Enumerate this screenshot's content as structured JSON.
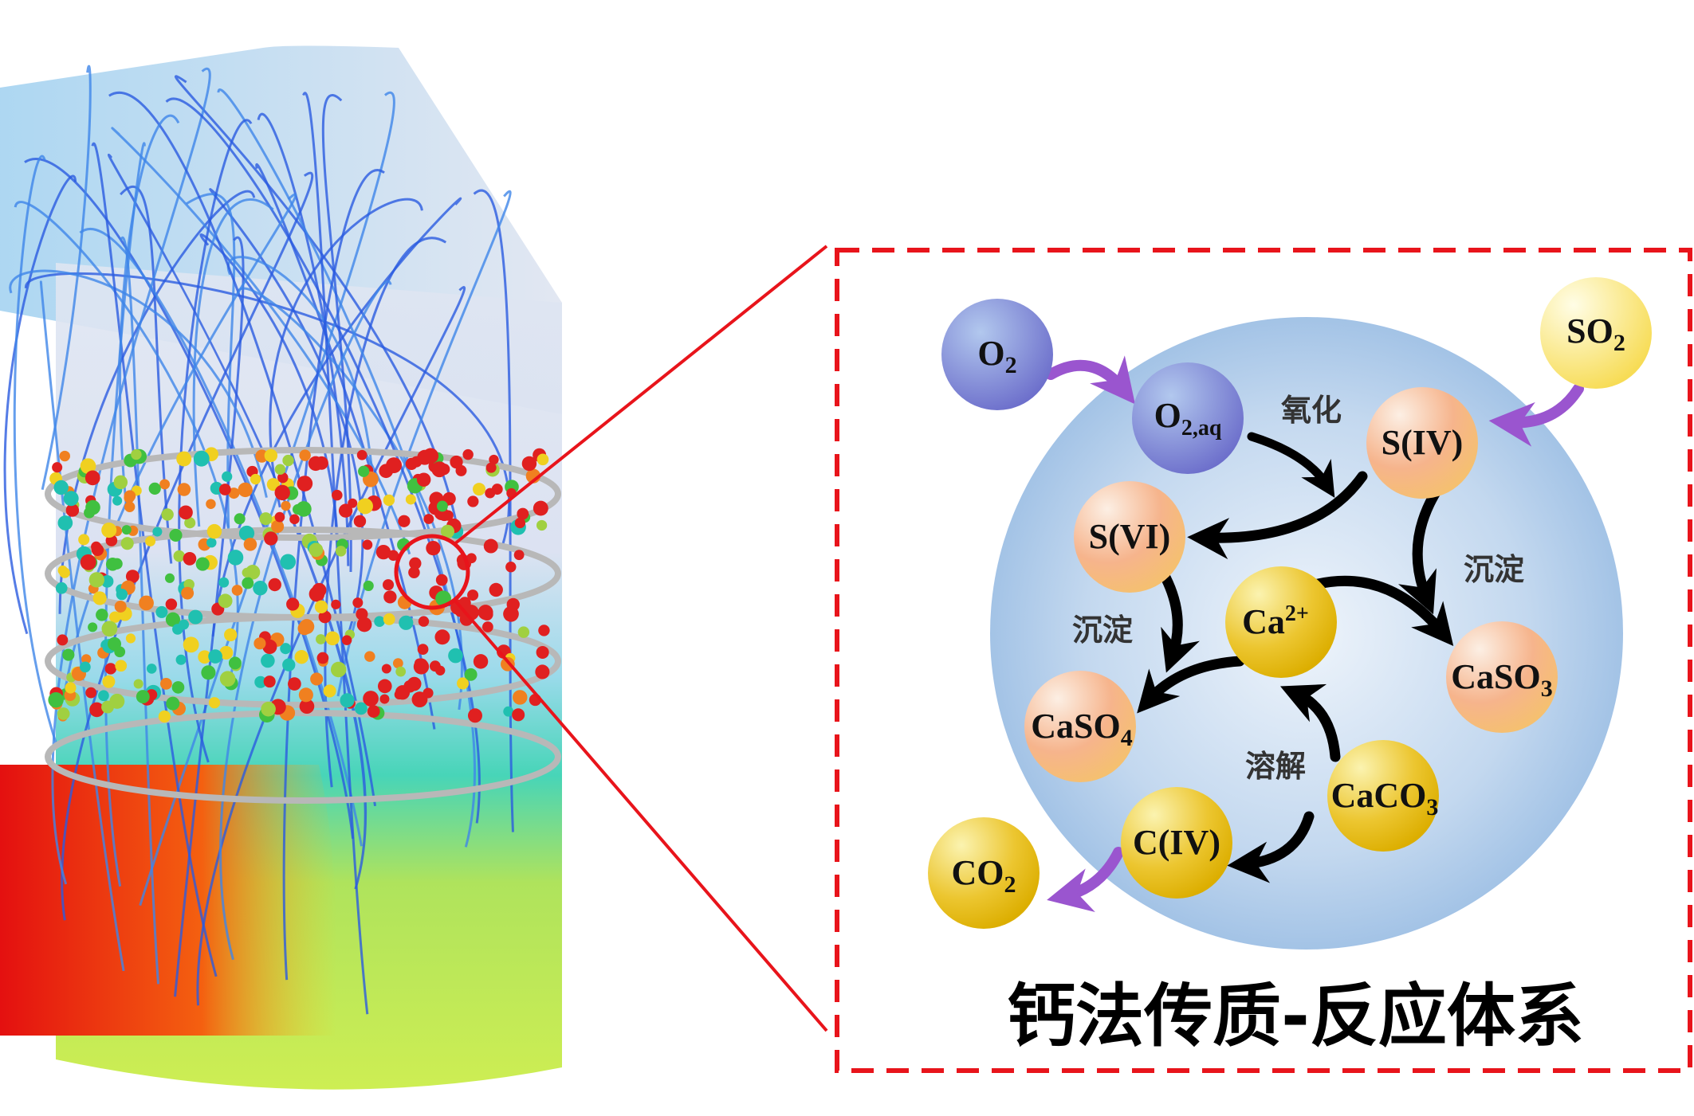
{
  "title": "钙法传质-反应体系",
  "nodes": {
    "o2": {
      "main": "O",
      "sub": "2"
    },
    "o2aq": {
      "main": "O",
      "sub": "2,aq"
    },
    "so2": {
      "main": "SO",
      "sub": "2"
    },
    "siv": {
      "main": "S(IV)"
    },
    "svi": {
      "main": "S(VI)"
    },
    "ca": {
      "main": "Ca",
      "sup": "2+"
    },
    "caso3": {
      "main": "CaSO",
      "sub": "3"
    },
    "caso4": {
      "main": "CaSO",
      "sub": "4"
    },
    "caco3": {
      "main": "CaCO",
      "sub": "3"
    },
    "civ": {
      "main": "C(IV)"
    },
    "co2": {
      "main": "CO",
      "sub": "2"
    }
  },
  "labels": {
    "oxidation": "氧化",
    "precipitation_right": "沉淀",
    "precipitation_left": "沉淀",
    "dissolution": "溶解"
  },
  "colors": {
    "highlight": "#e8141b",
    "purple_arrow": "#9a55cf",
    "blue_node": "#7a7fd4",
    "orange_node": "#f4a572",
    "yellow_node": "#e6b800",
    "sphere": "#a6c5e8"
  }
}
